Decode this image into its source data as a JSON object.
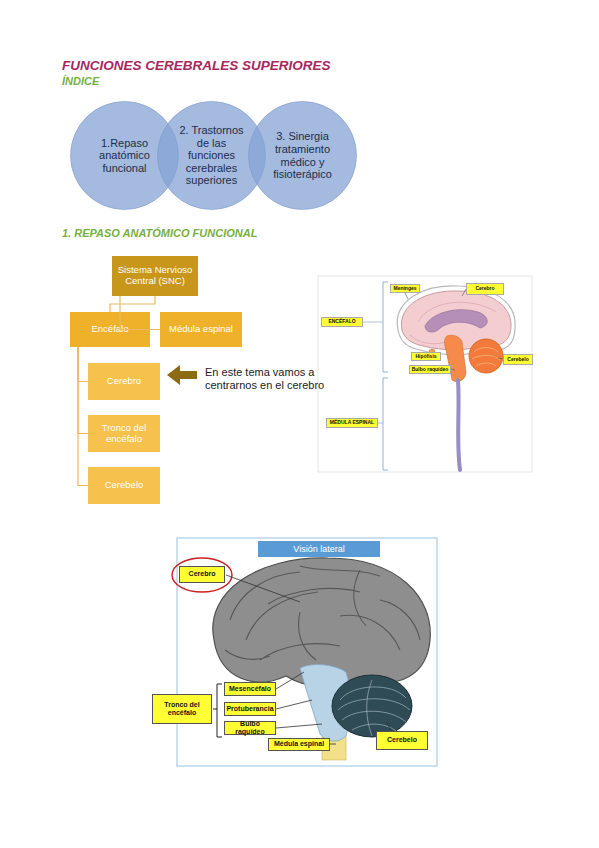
{
  "diagram": {
    "title": "FUNCIONES CEREBRALES SUPERIORES",
    "nodes": [
      {
        "text": [
          "1.Repaso anatómico funcional"
        ]
      },
      {
        "text": [
          "2. Trastornos de las funciones cerebrales superiores"
        ]
      },
      {
        "text": [
          "3. Sinergia tratamiento médico y fisioterápico"
        ]
      },
      {
        "text": [
          "Sistema Nervioso Central (SNC)"
        ]
      },
      {
        "text": [
          "Encéfalo"
        ]
      },
      {
        "text": [
          "Médula espinal"
        ]
      },
      {
        "text": [
          "Cerebro"
        ]
      },
      {
        "text": [
          "Tronco del encéfalo"
        ]
      },
      {
        "text": [
          "Cerebelo"
        ]
      },
      {
        "text": [
          "Meninges"
        ]
      },
      {
        "text": [
          "Cerebro"
        ]
      },
      {
        "text": [
          "ENCÉFALO"
        ]
      },
      {
        "text": [
          "Hipófisis"
        ]
      },
      {
        "text": [
          "Cerebelo"
        ]
      },
      {
        "text": [
          "Bulbo raquídeo"
        ]
      },
      {
        "text": [
          "MÉDULA ESPINAL"
        ]
      },
      {
        "text": [
          "Visión lateral"
        ]
      },
      {
        "text": [
          "Cerebro"
        ]
      },
      {
        "text": [
          "Mesencéfalo"
        ]
      },
      {
        "text": [
          "Tronco del encéfalo"
        ]
      },
      {
        "text": [
          "Protuberancia"
        ]
      },
      {
        "text": [
          "Bulbo raquídeo"
        ]
      },
      {
        "text": [
          "Médula espinal"
        ]
      },
      {
        "text": [
          "Cerebelo"
        ]
      }
    ],
    "edges": [
      {
        "from": 3,
        "to": 4,
        "arrow": "none"
      },
      {
        "from": 3,
        "to": 5,
        "arrow": "none"
      },
      {
        "from": 4,
        "to": 6,
        "arrow": "none"
      },
      {
        "from": 4,
        "to": 7,
        "arrow": "none"
      },
      {
        "from": 4,
        "to": 8,
        "arrow": "none"
      }
    ],
    "labels": [
      "ÍNDICE",
      "1. REPASO ANATÓMICO FUNCIONAL",
      "En este tema vamos a centrarnos en el cerebro"
    ]
  }
}
